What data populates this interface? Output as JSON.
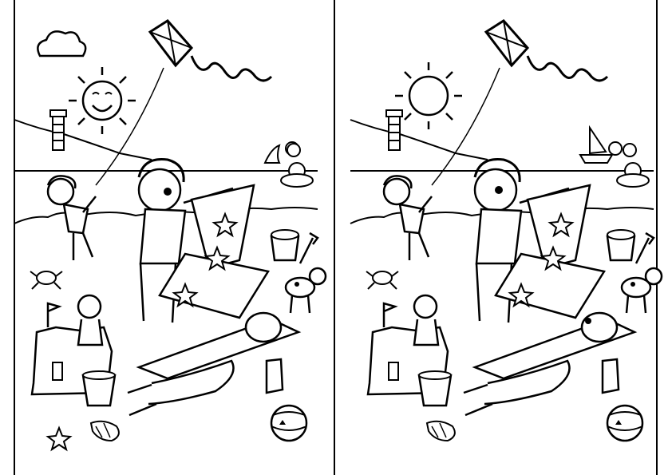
{
  "game": {
    "type": "spot-the-difference",
    "panels": [
      {
        "id": "left",
        "elements": [
          "cloud",
          "smiling-sun",
          "kite",
          "lighthouse",
          "shark-fin",
          "beach-ball-small",
          "girl-in-swim-ring",
          "boy-with-kite",
          "man-with-deck-chair",
          "sand-bucket-with-spade",
          "dog",
          "crab",
          "child-with-sandcastle",
          "sandcastle-flag",
          "bucket",
          "woman-sunbathing",
          "sunscreen-bottle",
          "shrimp",
          "starfish",
          "beach-ball-large"
        ]
      },
      {
        "id": "right",
        "elements": [
          "plain-sun",
          "kite",
          "lighthouse",
          "sailboat",
          "beach-ball-small",
          "girl-in-swim-ring",
          "boy-with-kite",
          "man-with-deck-chair",
          "sand-bucket-with-spade",
          "dog",
          "crab",
          "child-with-sandcastle",
          "sandcastle-flag",
          "bucket",
          "woman-sunbathing",
          "sunscreen-bottle",
          "shrimp",
          "beach-ball-large"
        ]
      }
    ],
    "colors": {
      "ink": "#000000",
      "paper": "#ffffff"
    }
  }
}
